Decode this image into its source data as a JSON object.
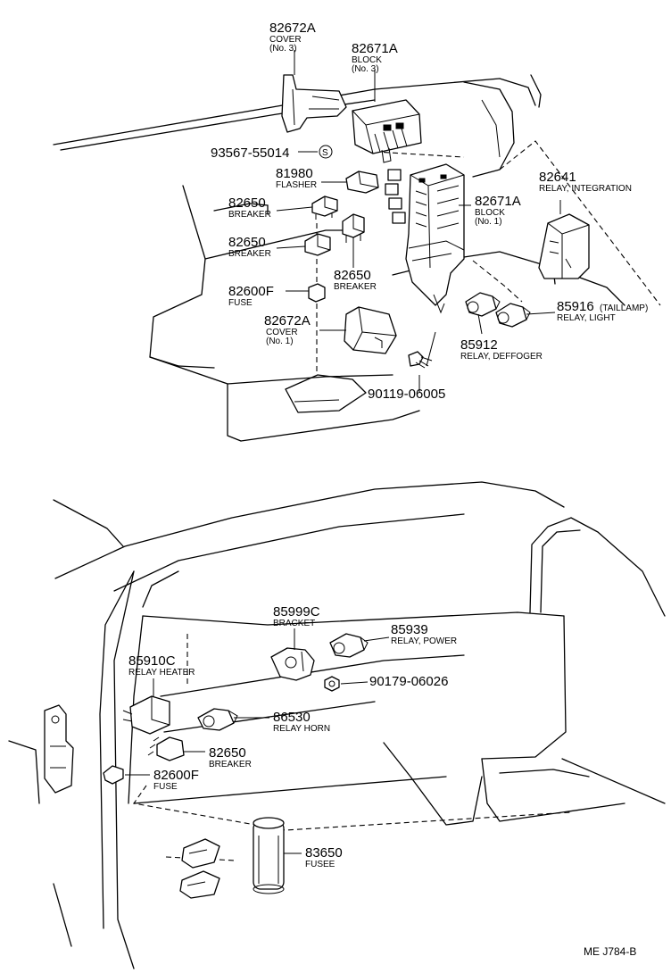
{
  "callouts": {
    "p82672a_top": {
      "number": "82672A",
      "desc1": "COVER",
      "desc2": "(No. 3)"
    },
    "p82671a_top": {
      "number": "82671A",
      "desc1": "BLOCK",
      "desc2": "(No. 3)"
    },
    "p93567": {
      "number": "93567-55014"
    },
    "p81980": {
      "number": "81980",
      "desc1": "FLASHER"
    },
    "p82650_a": {
      "number": "82650",
      "desc1": "BREAKER"
    },
    "p82650_b": {
      "number": "82650",
      "desc1": "BREAKER"
    },
    "p82650_c": {
      "number": "82650",
      "desc1": "BREAKER"
    },
    "p82671a_mid": {
      "number": "82671A",
      "desc1": "BLOCK",
      "desc2": "(No. 1)"
    },
    "p82641": {
      "number": "82641",
      "desc1": "RELAY, INTEGRATION"
    },
    "p82600f_top": {
      "number": "82600F",
      "desc1": "FUSE"
    },
    "p82672a_mid": {
      "number": "82672A",
      "desc1": "COVER",
      "desc2": "(No. 1)"
    },
    "p85916": {
      "number": "85916",
      "tag": "(TAILLAMP)",
      "desc1": "RELAY, LIGHT"
    },
    "p85912": {
      "number": "85912",
      "desc1": "RELAY, DEFFOGER"
    },
    "p90119": {
      "number": "90119-06005"
    },
    "p85999c": {
      "number": "85999C",
      "desc1": "BRACKET"
    },
    "p85939": {
      "number": "85939",
      "desc1": "RELAY, POWER"
    },
    "p85910c": {
      "number": "85910C",
      "desc1": "RELAY HEATER"
    },
    "p90179": {
      "number": "90179-06026"
    },
    "p86530": {
      "number": "86530",
      "desc1": "RELAY HORN"
    },
    "p82650_d": {
      "number": "82650",
      "desc1": "BREAKER"
    },
    "p82600f_bot": {
      "number": "82600F",
      "desc1": "FUSE"
    },
    "p83650": {
      "number": "83650",
      "desc1": "FUSEE"
    }
  },
  "markers": {
    "s_symbol": "S"
  },
  "footer": {
    "ref": "ME J784-B"
  }
}
